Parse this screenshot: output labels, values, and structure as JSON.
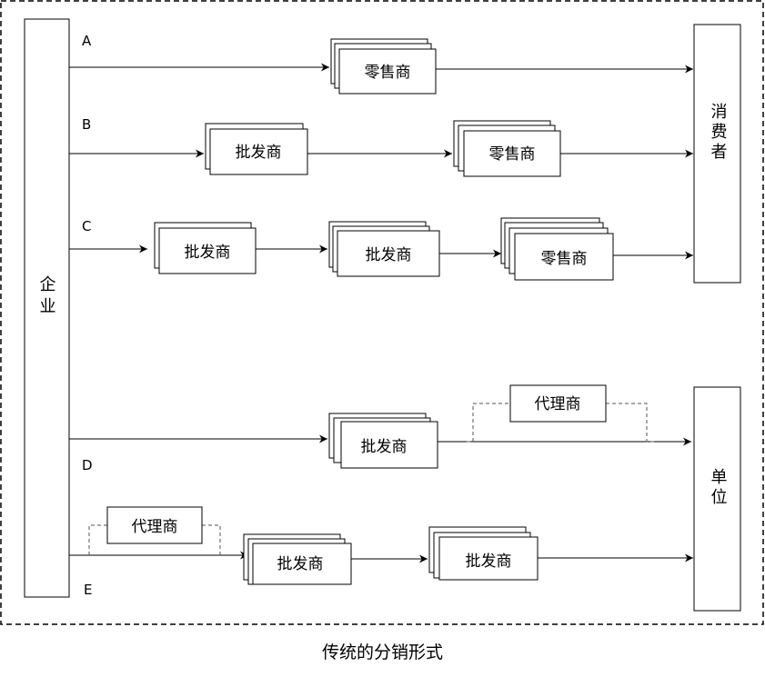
{
  "caption": "传统的分销形式",
  "enterprise": "企业",
  "consumer": "消费者",
  "unit": "单位",
  "channel_labels": {
    "A": "A",
    "B": "B",
    "C": "C",
    "D": "D",
    "E": "E"
  },
  "roles": {
    "retailer": "零售商",
    "wholesaler": "批发商",
    "agent": "代理商"
  }
}
